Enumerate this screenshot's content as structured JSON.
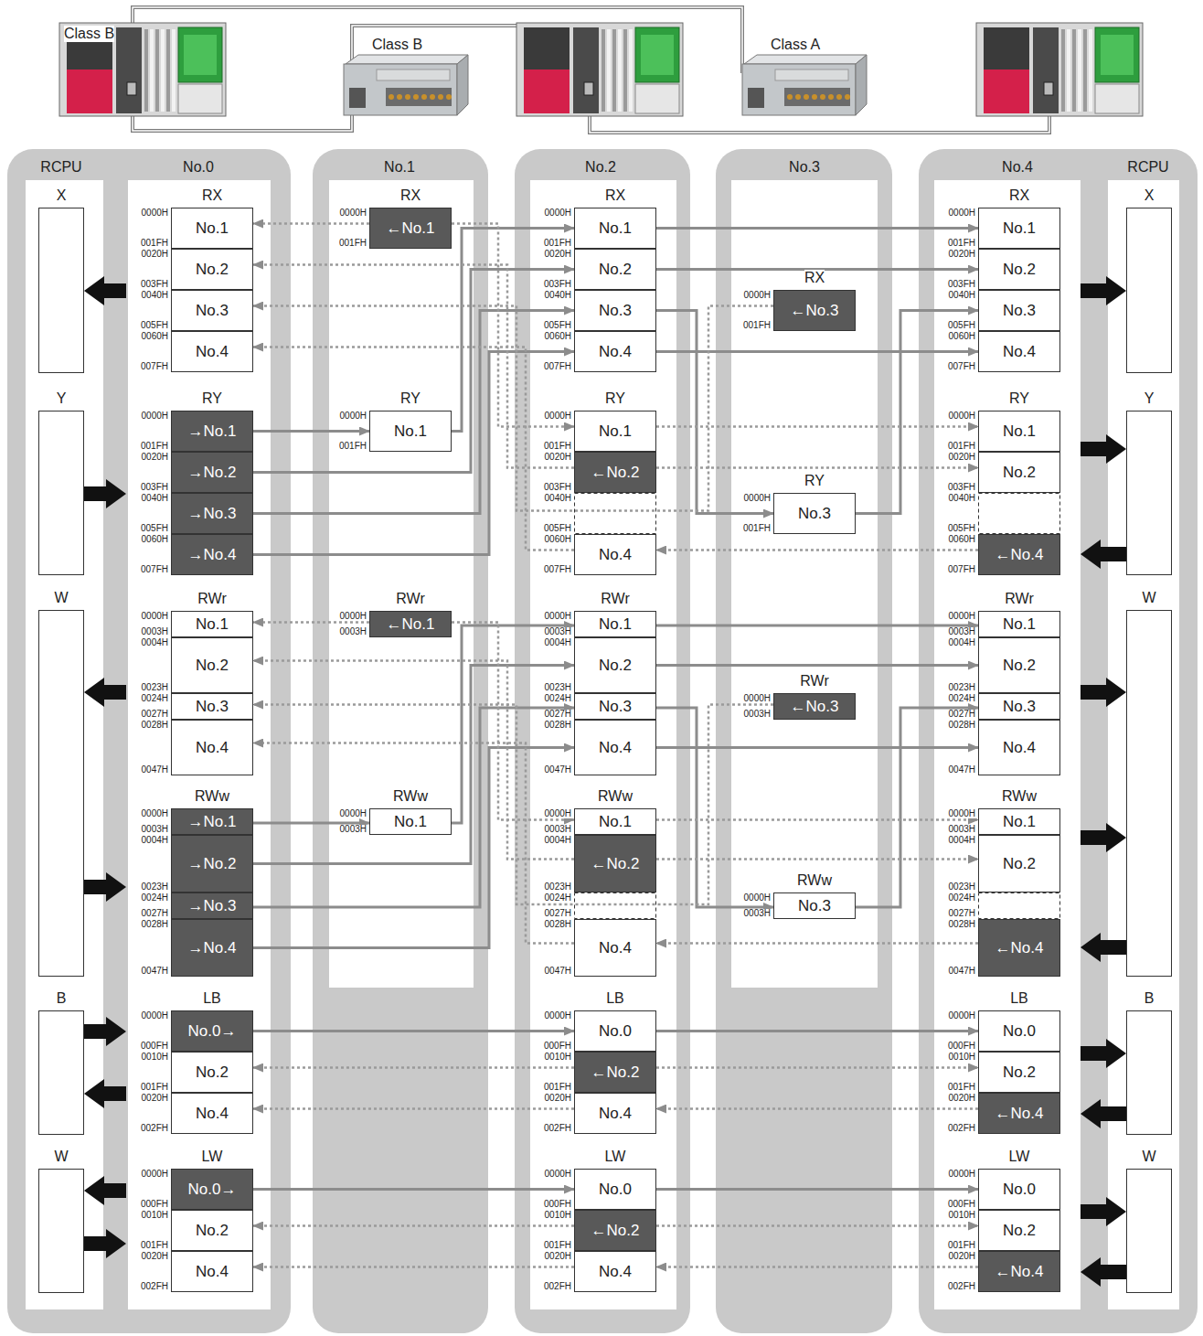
{
  "diagram": {
    "nodes": [
      {
        "text": [
          "RCPU",
          "No.0"
        ]
      },
      {
        "text": [
          "No.1"
        ]
      },
      {
        "text": [
          "No.2"
        ]
      },
      {
        "text": [
          "No.3"
        ]
      },
      {
        "text": [
          "No.4",
          "RCPU"
        ]
      },
      {
        "text": [
          "X"
        ],
        "in": 0
      },
      {
        "text": [
          "Y"
        ],
        "in": 0
      },
      {
        "text": [
          "W"
        ],
        "in": 0
      },
      {
        "text": [
          "B"
        ],
        "in": 0
      },
      {
        "text": [
          "W"
        ],
        "in": 0
      },
      {
        "text": [
          "No.1"
        ],
        "in": 0
      },
      {
        "text": [
          "No.2"
        ],
        "in": 0
      },
      {
        "text": [
          "No.3"
        ],
        "in": 0
      },
      {
        "text": [
          "No.4"
        ],
        "in": 0
      },
      {
        "text": [
          "→No.1"
        ],
        "in": 0
      },
      {
        "text": [
          "→No.2"
        ],
        "in": 0
      },
      {
        "text": [
          "→No.3"
        ],
        "in": 0
      },
      {
        "text": [
          "→No.4"
        ],
        "in": 0
      },
      {
        "text": [
          "No.1"
        ],
        "in": 0
      },
      {
        "text": [
          "No.2"
        ],
        "in": 0
      },
      {
        "text": [
          "No.3"
        ],
        "in": 0
      },
      {
        "text": [
          "No.4"
        ],
        "in": 0
      },
      {
        "text": [
          "→No.1"
        ],
        "in": 0
      },
      {
        "text": [
          "→No.2"
        ],
        "in": 0
      },
      {
        "text": [
          "→No.3"
        ],
        "in": 0
      },
      {
        "text": [
          "→No.4"
        ],
        "in": 0
      },
      {
        "text": [
          "No.0→"
        ],
        "in": 0
      },
      {
        "text": [
          "No.2"
        ],
        "in": 0
      },
      {
        "text": [
          "No.4"
        ],
        "in": 0
      },
      {
        "text": [
          "No.0→"
        ],
        "in": 0
      },
      {
        "text": [
          "No.2"
        ],
        "in": 0
      },
      {
        "text": [
          "No.4"
        ],
        "in": 0
      },
      {
        "text": [
          "←No.1"
        ],
        "in": 1
      },
      {
        "text": [
          "No.1"
        ],
        "in": 1
      },
      {
        "text": [
          "←No.1"
        ],
        "in": 1
      },
      {
        "text": [
          "No.1"
        ],
        "in": 1
      },
      {
        "text": [
          "No.1"
        ],
        "in": 2
      },
      {
        "text": [
          "No.2"
        ],
        "in": 2
      },
      {
        "text": [
          "No.3"
        ],
        "in": 2
      },
      {
        "text": [
          "No.4"
        ],
        "in": 2
      },
      {
        "text": [
          "No.1"
        ],
        "in": 2
      },
      {
        "text": [
          "←No.2"
        ],
        "in": 2
      },
      {
        "text": [
          "No.4"
        ],
        "in": 2
      },
      {
        "text": [
          "No.1"
        ],
        "in": 2
      },
      {
        "text": [
          "No.2"
        ],
        "in": 2
      },
      {
        "text": [
          "No.3"
        ],
        "in": 2
      },
      {
        "text": [
          "No.4"
        ],
        "in": 2
      },
      {
        "text": [
          "No.1"
        ],
        "in": 2
      },
      {
        "text": [
          "←No.2"
        ],
        "in": 2
      },
      {
        "text": [
          "No.4"
        ],
        "in": 2
      },
      {
        "text": [
          "No.0"
        ],
        "in": 2
      },
      {
        "text": [
          "←No.2"
        ],
        "in": 2
      },
      {
        "text": [
          "No.4"
        ],
        "in": 2
      },
      {
        "text": [
          "No.0"
        ],
        "in": 2
      },
      {
        "text": [
          "←No.2"
        ],
        "in": 2
      },
      {
        "text": [
          "No.4"
        ],
        "in": 2
      },
      {
        "text": [
          "←No.3"
        ],
        "in": 3
      },
      {
        "text": [
          "No.3"
        ],
        "in": 3
      },
      {
        "text": [
          "←No.3"
        ],
        "in": 3
      },
      {
        "text": [
          "No.3"
        ],
        "in": 3
      },
      {
        "text": [
          "No.1"
        ],
        "in": 4
      },
      {
        "text": [
          "No.2"
        ],
        "in": 4
      },
      {
        "text": [
          "No.3"
        ],
        "in": 4
      },
      {
        "text": [
          "No.4"
        ],
        "in": 4
      },
      {
        "text": [
          "No.1"
        ],
        "in": 4
      },
      {
        "text": [
          "No.2"
        ],
        "in": 4
      },
      {
        "text": [
          "←No.4"
        ],
        "in": 4
      },
      {
        "text": [
          "No.1"
        ],
        "in": 4
      },
      {
        "text": [
          "No.2"
        ],
        "in": 4
      },
      {
        "text": [
          "No.3"
        ],
        "in": 4
      },
      {
        "text": [
          "No.4"
        ],
        "in": 4
      },
      {
        "text": [
          "No.1"
        ],
        "in": 4
      },
      {
        "text": [
          "No.2"
        ],
        "in": 4
      },
      {
        "text": [
          "←No.4"
        ],
        "in": 4
      },
      {
        "text": [
          "No.0"
        ],
        "in": 4
      },
      {
        "text": [
          "No.2"
        ],
        "in": 4
      },
      {
        "text": [
          "←No.4"
        ],
        "in": 4
      },
      {
        "text": [
          "No.0"
        ],
        "in": 4
      },
      {
        "text": [
          "No.2"
        ],
        "in": 4
      },
      {
        "text": [
          "←No.4"
        ],
        "in": 4
      },
      {
        "text": [
          "X"
        ],
        "in": 4
      },
      {
        "text": [
          "Y"
        ],
        "in": 4
      },
      {
        "text": [
          "W"
        ],
        "in": 4
      },
      {
        "text": [
          "B"
        ],
        "in": 4
      },
      {
        "text": [
          "W"
        ],
        "in": 4
      }
    ],
    "edges": [
      {
        "from": 14,
        "to": 33,
        "arrow": "to"
      },
      {
        "from": 33,
        "to": 36,
        "arrow": "to"
      },
      {
        "from": 15,
        "to": 37,
        "arrow": "to"
      },
      {
        "from": 16,
        "to": 38,
        "arrow": "to"
      },
      {
        "from": 17,
        "to": 39,
        "arrow": "to"
      },
      {
        "from": 36,
        "to": 60,
        "arrow": "to"
      },
      {
        "from": 37,
        "to": 61,
        "arrow": "to"
      },
      {
        "from": 39,
        "to": 63,
        "arrow": "to"
      },
      {
        "from": 38,
        "to": 57,
        "arrow": "to"
      },
      {
        "from": 57,
        "to": 62,
        "arrow": "to"
      },
      {
        "from": 32,
        "to": 10,
        "arrow": "to"
      },
      {
        "from": 32,
        "to": 40,
        "arrow": "to"
      },
      {
        "from": 40,
        "to": 64,
        "arrow": "to"
      },
      {
        "from": 41,
        "to": 11,
        "arrow": "to"
      },
      {
        "from": 41,
        "to": 65,
        "arrow": "to"
      },
      {
        "from": 56,
        "to": 12,
        "arrow": "to"
      },
      {
        "from": 66,
        "to": 42,
        "arrow": "to"
      },
      {
        "from": 42,
        "to": 13,
        "arrow": "to"
      },
      {
        "from": 22,
        "to": 35,
        "arrow": "to"
      },
      {
        "from": 35,
        "to": 43,
        "arrow": "to"
      },
      {
        "from": 23,
        "to": 44,
        "arrow": "to"
      },
      {
        "from": 24,
        "to": 45,
        "arrow": "to"
      },
      {
        "from": 25,
        "to": 46,
        "arrow": "to"
      },
      {
        "from": 43,
        "to": 67,
        "arrow": "to"
      },
      {
        "from": 44,
        "to": 68,
        "arrow": "to"
      },
      {
        "from": 46,
        "to": 70,
        "arrow": "to"
      },
      {
        "from": 45,
        "to": 59,
        "arrow": "to"
      },
      {
        "from": 59,
        "to": 69,
        "arrow": "to"
      },
      {
        "from": 34,
        "to": 18,
        "arrow": "to"
      },
      {
        "from": 34,
        "to": 47,
        "arrow": "to"
      },
      {
        "from": 47,
        "to": 71,
        "arrow": "to"
      },
      {
        "from": 48,
        "to": 19,
        "arrow": "to"
      },
      {
        "from": 48,
        "to": 72,
        "arrow": "to"
      },
      {
        "from": 58,
        "to": 20,
        "arrow": "to"
      },
      {
        "from": 73,
        "to": 49,
        "arrow": "to"
      },
      {
        "from": 49,
        "to": 21,
        "arrow": "to"
      },
      {
        "from": 26,
        "to": 50,
        "arrow": "to"
      },
      {
        "from": 50,
        "to": 74,
        "arrow": "to"
      },
      {
        "from": 51,
        "to": 27,
        "arrow": "to"
      },
      {
        "from": 51,
        "to": 75,
        "arrow": "to"
      },
      {
        "from": 76,
        "to": 52,
        "arrow": "to"
      },
      {
        "from": 52,
        "to": 28,
        "arrow": "to"
      },
      {
        "from": 29,
        "to": 53,
        "arrow": "to"
      },
      {
        "from": 53,
        "to": 77,
        "arrow": "to"
      },
      {
        "from": 54,
        "to": 30,
        "arrow": "to"
      },
      {
        "from": 54,
        "to": 78,
        "arrow": "to"
      },
      {
        "from": 79,
        "to": 55,
        "arrow": "to"
      },
      {
        "from": 55,
        "to": 31,
        "arrow": "to"
      }
    ],
    "labels": [
      "Class B",
      "Class B",
      "Class A",
      "RX",
      "0000H",
      "001FH",
      "0020H",
      "003FH",
      "0040H",
      "005FH",
      "0060H",
      "007FH",
      "RY",
      "0000H",
      "001FH",
      "0020H",
      "003FH",
      "0040H",
      "005FH",
      "0060H",
      "007FH",
      "RWr",
      "0000H",
      "0003H",
      "0004H",
      "0023H",
      "0024H",
      "0027H",
      "0028H",
      "0047H",
      "RWw",
      "0000H",
      "0003H",
      "0004H",
      "0023H",
      "0024H",
      "0027H",
      "0028H",
      "0047H",
      "LB",
      "0000H",
      "000FH",
      "0010H",
      "001FH",
      "0020H",
      "002FH",
      "LW",
      "0000H",
      "000FH",
      "0010H",
      "001FH",
      "0020H",
      "002FH",
      "RX",
      "0000H",
      "001FH",
      "RY",
      "0000H",
      "001FH",
      "RWr",
      "0000H",
      "0003H",
      "RWw",
      "0000H",
      "0003H",
      "RX",
      "0000H",
      "001FH",
      "0020H",
      "003FH",
      "0040H",
      "005FH",
      "0060H",
      "007FH",
      "RY",
      "0000H",
      "001FH",
      "0020H",
      "003FH",
      "0040H",
      "005FH",
      "0060H",
      "007FH",
      "RWr",
      "0000H",
      "0003H",
      "0004H",
      "0023H",
      "0024H",
      "0027H",
      "0028H",
      "0047H",
      "RWw",
      "0000H",
      "0003H",
      "0004H",
      "0023H",
      "0024H",
      "0027H",
      "0028H",
      "0047H",
      "LB",
      "0000H",
      "000FH",
      "0010H",
      "001FH",
      "0020H",
      "002FH",
      "LW",
      "0000H",
      "000FH",
      "0010H",
      "001FH",
      "0020H",
      "002FH",
      "RX",
      "0000H",
      "001FH",
      "RY",
      "0000H",
      "001FH",
      "RWr",
      "0000H",
      "0003H",
      "RWw",
      "0000H",
      "0003H",
      "RX",
      "0000H",
      "001FH",
      "0020H",
      "003FH",
      "0040H",
      "005FH",
      "0060H",
      "007FH",
      "RY",
      "0000H",
      "001FH",
      "0020H",
      "003FH",
      "0040H",
      "005FH",
      "0060H",
      "007FH",
      "RWr",
      "0000H",
      "0003H",
      "0004H",
      "0023H",
      "0024H",
      "0027H",
      "0028H",
      "0047H",
      "RWw",
      "0000H",
      "0003H",
      "0004H",
      "0023H",
      "0024H",
      "0027H",
      "0028H",
      "0047H",
      "LB",
      "0000H",
      "000FH",
      "0010H",
      "001FH",
      "0020H",
      "002FH",
      "LW",
      "0000H",
      "000FH",
      "0010H",
      "001FH",
      "0020H",
      "002FH"
    ]
  }
}
